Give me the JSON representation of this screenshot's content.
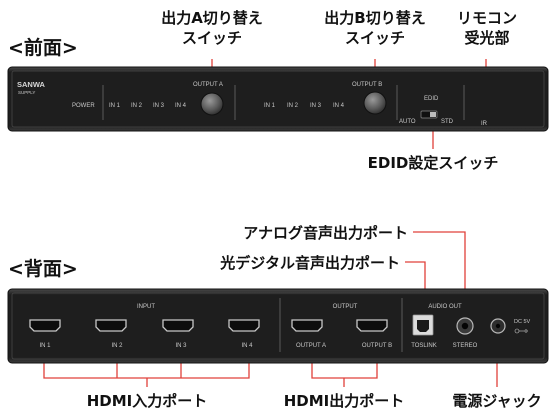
{
  "sections": {
    "front": "<前面>",
    "back": "<背面>"
  },
  "callouts": {
    "output_a_switch": [
      "出力A切り替え",
      "スイッチ"
    ],
    "output_b_switch": [
      "出力B切り替え",
      "スイッチ"
    ],
    "remote_receiver": [
      "リモコン",
      "受光部"
    ],
    "edid_switch": "EDID設定スイッチ",
    "analog_audio_port": "アナログ音声出力ポート",
    "optical_audio_port": "光デジタル音声出力ポート",
    "hdmi_input_ports": "HDMI入力ポート",
    "hdmi_output_ports": "HDMI出力ポート",
    "power_jack": "電源ジャック"
  },
  "front_panel": {
    "brand": [
      "SANWA",
      "SUPPLY"
    ],
    "power": "POWER",
    "output_a": "OUTPUT A",
    "output_b": "OUTPUT B",
    "inputs_a": [
      "IN 1",
      "IN 2",
      "IN 3",
      "IN 4"
    ],
    "inputs_b": [
      "IN 1",
      "IN 2",
      "IN 3",
      "IN 4"
    ],
    "edid": "EDID",
    "edid_auto": "AUTO",
    "edid_std": "STD",
    "ir": "IR"
  },
  "back_panel": {
    "input": "INPUT",
    "output": "OUTPUT",
    "audio_out": "AUDIO OUT",
    "input_ports": [
      "IN 1",
      "IN 2",
      "IN 3",
      "IN 4"
    ],
    "output_ports": [
      "OUTPUT A",
      "OUTPUT B"
    ],
    "toslink": "TOSLINK",
    "stereo": "STEREO",
    "dc": "DC 5V"
  },
  "colors": {
    "callout_line": "#e0403a",
    "panel_body": "#2b2b2b",
    "panel_text": "#c9c9c9"
  }
}
